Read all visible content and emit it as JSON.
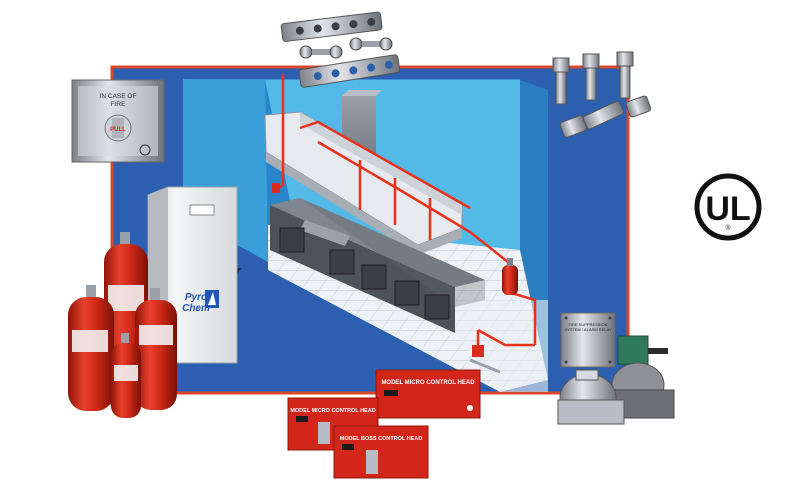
{
  "pull_station": {
    "line1": "IN CASE OF",
    "line2": "FIRE",
    "line3": "PULL"
  },
  "control_cabinet": {
    "brand_line1": "Pyro",
    "brand_line2": "Chem"
  },
  "control_heads": [
    {
      "label": "MODEL MICRO CONTROL HEAD"
    },
    {
      "label": "MODEL MICRO CONTROL HEAD"
    },
    {
      "label": "MODEL BOSS CONTROL HEAD"
    }
  ],
  "reset_relay": {
    "line1": "FIRE SUPPRESSION",
    "line2": "SYSTEM / ALARM RELAY"
  },
  "ul_mark": {
    "letters": "UL",
    "registered": "®"
  },
  "colors": {
    "backdrop_blue": "#2c5fb0",
    "backdrop_border": "#d9482a",
    "wall_cyan": "#4fc3e8",
    "cylinder_red": "#d92b1c",
    "pipe_red": "#e8321e",
    "steel": "#b8bcc4"
  }
}
